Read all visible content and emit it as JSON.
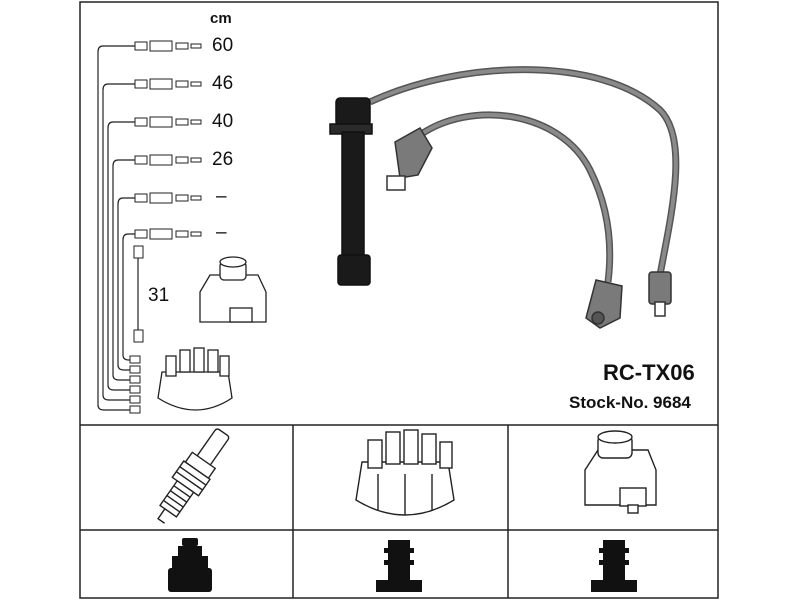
{
  "diagram": {
    "unit": "cm",
    "lengths": [
      "60",
      "46",
      "40",
      "26",
      "–",
      "–"
    ],
    "coil_lead_length": "31",
    "part_name": "RC-TX06",
    "stock_number": "Stock-No. 9684"
  },
  "colors": {
    "line": "#222222",
    "cable": "#888888",
    "cable_dark": "#555555",
    "boot_black": "#1a1a1a",
    "boot_gray": "#7a7a7a",
    "background": "#ffffff"
  },
  "icons": [
    "spark-plug-icon",
    "distributor-cap-icon",
    "ignition-coil-icon",
    "plug-connector-icon",
    "cap-connector-icon",
    "coil-connector-icon"
  ]
}
